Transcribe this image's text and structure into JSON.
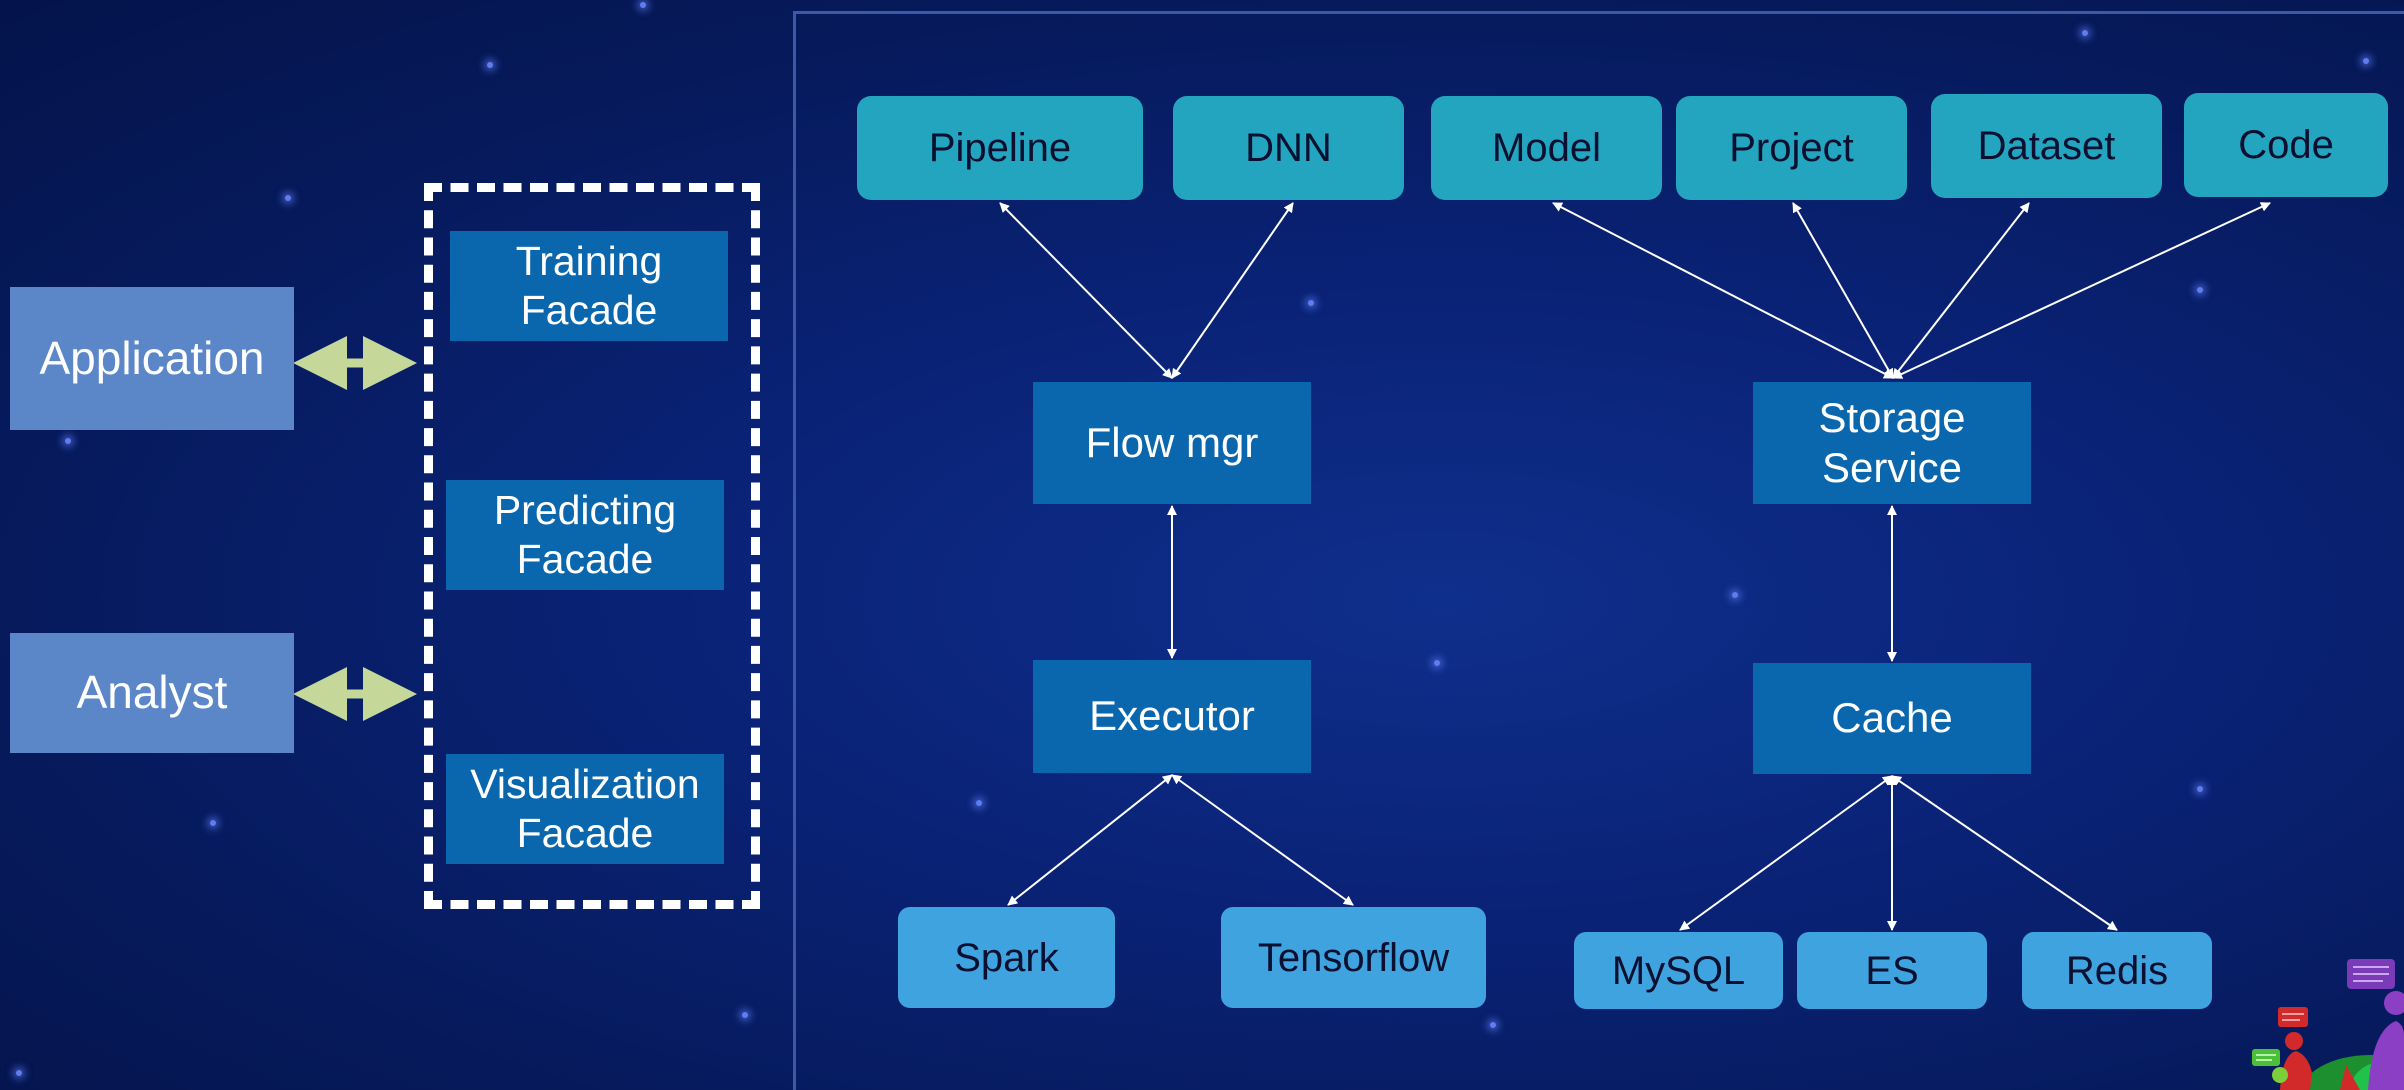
{
  "actors": {
    "application": "Application",
    "analyst": "Analyst"
  },
  "facades": {
    "training": [
      "Training",
      "Facade"
    ],
    "predicting": [
      "Predicting",
      "Facade"
    ],
    "visualization": [
      "Visualization",
      "Facade"
    ]
  },
  "top_row": {
    "pipeline": "Pipeline",
    "dnn": "DNN",
    "model": "Model",
    "project": "Project",
    "dataset": "Dataset",
    "code": "Code"
  },
  "services": {
    "flow_mgr": "Flow mgr",
    "storage_service": [
      "Storage",
      "Service"
    ],
    "executor": "Executor",
    "cache": "Cache"
  },
  "backends": {
    "spark": "Spark",
    "tensorflow": "Tensorflow",
    "mysql": "MySQL",
    "es": "ES",
    "redis": "Redis"
  },
  "colors": {
    "background": "#0a2378",
    "actor_box": "#5b87c8",
    "facade_box": "#0a66ad",
    "top_box": "#23a5bf",
    "backend_box": "#3fa3e0",
    "actor_arrow": "#c5d89a",
    "connector": "#ffffff"
  }
}
